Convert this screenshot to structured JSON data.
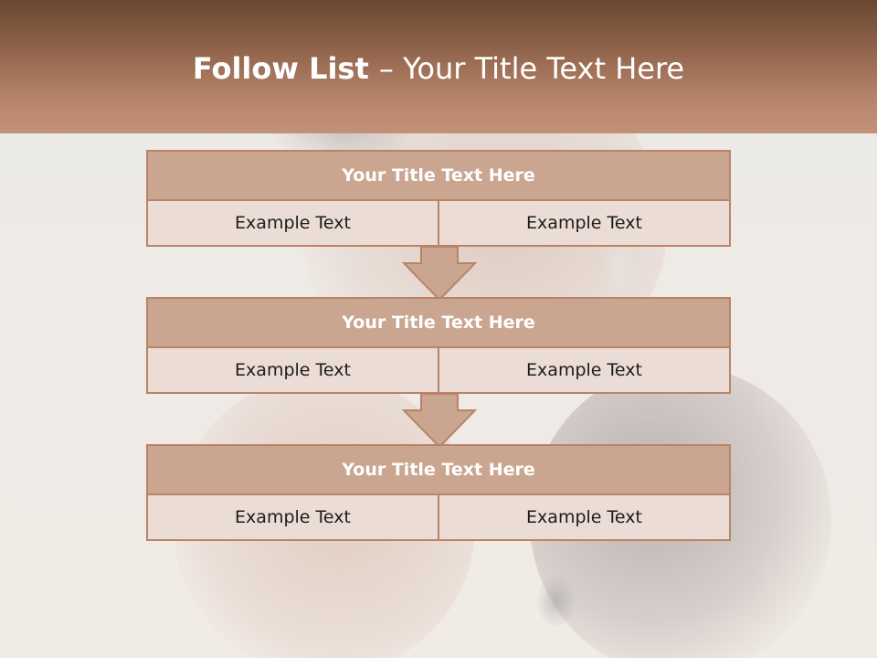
{
  "slide": {
    "title_bold": "Follow List ",
    "title_rest": " – Your Title Text Here"
  },
  "cards": [
    {
      "title": "Your Title Text Here",
      "left": "Example Text",
      "right": "Example Text"
    },
    {
      "title": "Your Title Text Here",
      "left": "Example Text",
      "right": "Example Text"
    },
    {
      "title": "Your Title Text Here",
      "left": "Example Text",
      "right": "Example Text"
    }
  ],
  "colors": {
    "header_dark": "#6a4731",
    "header_light": "#c29278",
    "card_title_fill": "#caa690",
    "card_cell_fill": "#ecdcd6",
    "border": "#b98466"
  }
}
